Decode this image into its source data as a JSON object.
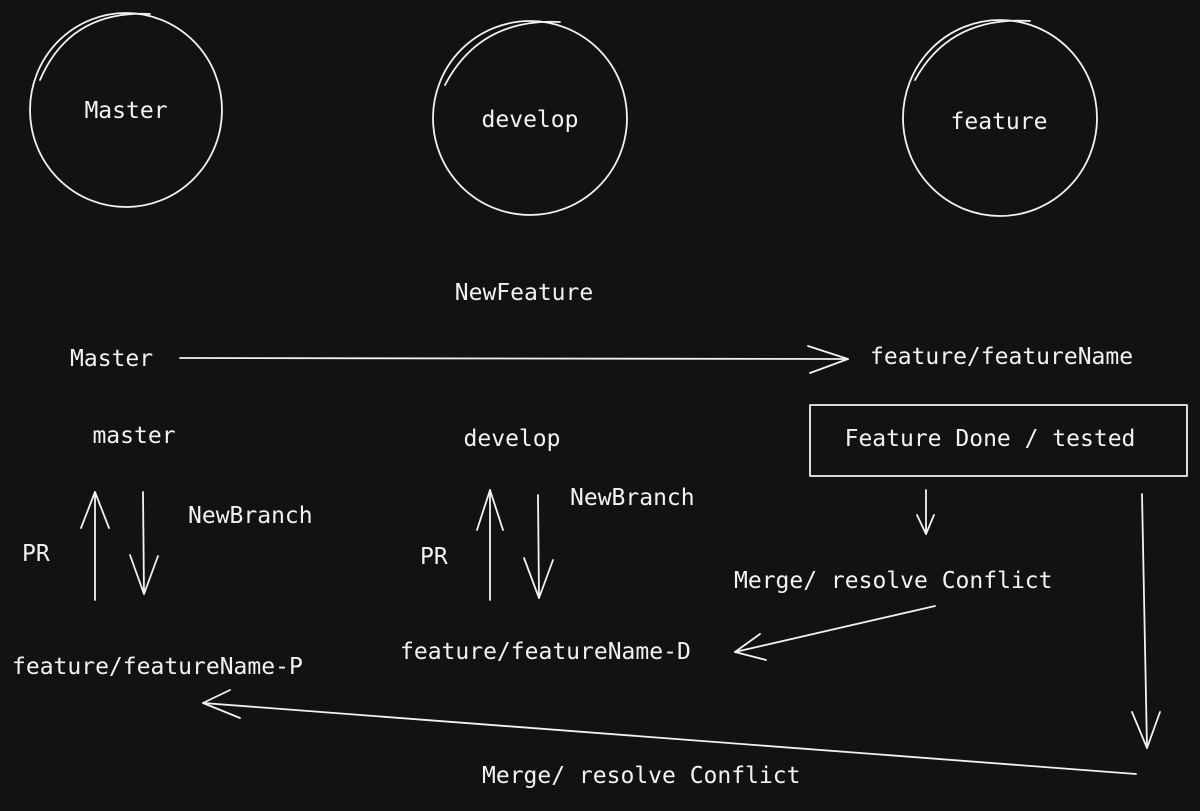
{
  "nodes": {
    "circle_master": "Master",
    "circle_develop": "develop",
    "circle_feature": "feature",
    "new_feature": "NewFeature",
    "master_origin": "Master",
    "feature_branch": "feature/featureName",
    "master_bottom": "master",
    "develop_bottom": "develop",
    "feature_done": "Feature Done / tested",
    "new_branch_master": "NewBranch",
    "new_branch_develop": "NewBranch",
    "pr_master": "PR",
    "pr_develop": "PR",
    "merge_develop": "Merge/ resolve Conflict",
    "feature_p": "feature/featureName-P",
    "feature_d": "feature/featureName-D",
    "merge_master": "Merge/ resolve Conflict"
  }
}
